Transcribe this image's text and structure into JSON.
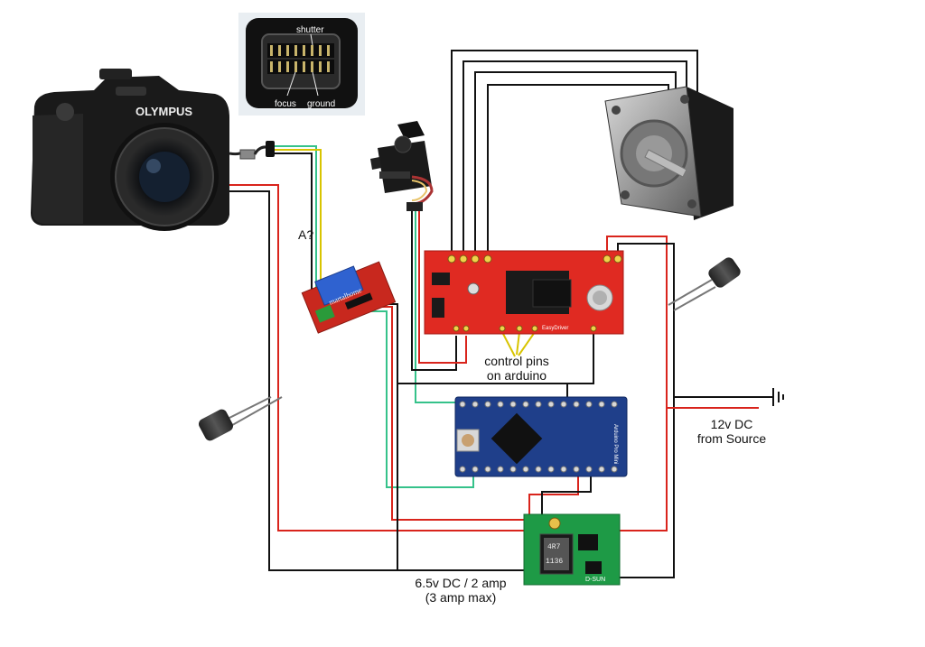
{
  "camera": {
    "brand": "OLYMPUS"
  },
  "connector": {
    "shutter": "shutter",
    "focus": "focus",
    "ground": "ground"
  },
  "relay": {
    "question": "A?",
    "brand": "martalhome"
  },
  "driver": {
    "label": "EasyDriver"
  },
  "arduino": {
    "label": "Arduino Pro Mini"
  },
  "annotations": {
    "control_pins_line1": "control pins",
    "control_pins_line2": "on arduino",
    "source_line1": "12v DC",
    "source_line2": "from Source",
    "supply_line1": "6.5v DC / 2 amp",
    "supply_line2": "(3 amp max)"
  },
  "converter": {
    "inductor_top": "4R7",
    "inductor_bottom": "1136",
    "brand": "D-SUN"
  },
  "colors": {
    "wire_red": "#d9241c",
    "wire_black": "#111111",
    "wire_green": "#35c28a",
    "wire_yellow": "#d8c400",
    "driver_red": "#e02a22",
    "arduino_blue": "#1f3f8a",
    "converter_green": "#1e9a46"
  }
}
